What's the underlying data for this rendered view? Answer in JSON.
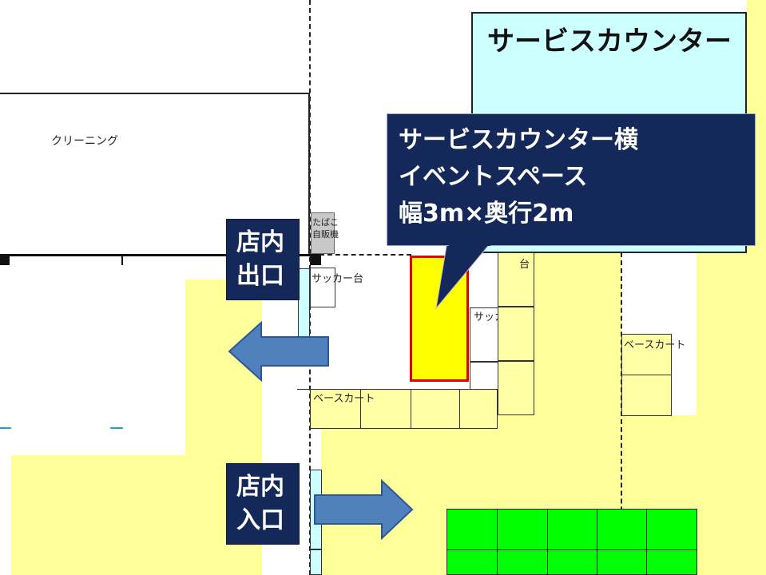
{
  "service_counter": {
    "title": "サービスカウンター"
  },
  "cleaning": {
    "label": "クリーニング"
  },
  "tobacco": {
    "line1": "たばこ",
    "line2": "自販機"
  },
  "exit_sign": {
    "line1": "店内",
    "line2": "出口"
  },
  "entrance_sign": {
    "line1": "店内",
    "line2": "入口"
  },
  "callout": {
    "line1": "サービスカウンター横",
    "line2": "イベントスペース",
    "line3": "幅3m×奥行2m"
  },
  "labels": {
    "sacker_left": "サッカー台",
    "sacker_mid": "サッカー台",
    "sacker_right_partial": "台",
    "base_cart_bottom": "ベースカート",
    "base_cart_right": "ベースカート"
  },
  "colors": {
    "floor_yellow": "#ffff99",
    "counter_cyan": "#ccffff",
    "event_space_yellow": "#ffff00",
    "event_space_border": "#e00000",
    "sign_navy": "#14285a",
    "arrow_blue": "#4f81bd",
    "green_shelf": "#00ff00"
  }
}
